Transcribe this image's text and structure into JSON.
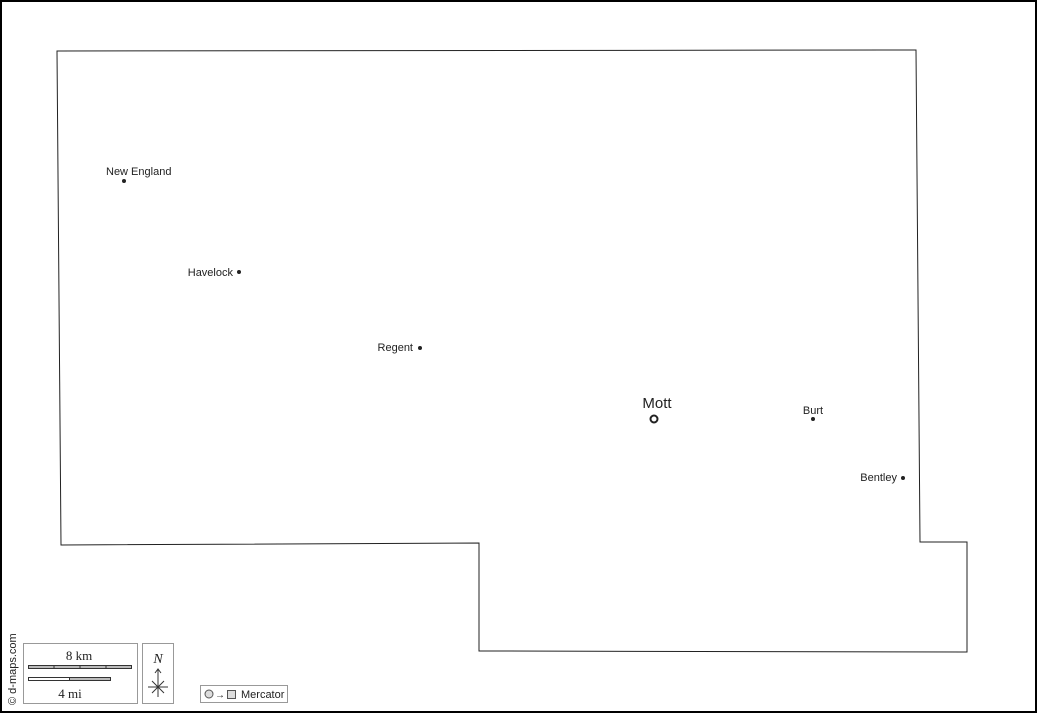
{
  "map": {
    "places": [
      {
        "name": "New England",
        "type": "town"
      },
      {
        "name": "Havelock",
        "type": "town"
      },
      {
        "name": "Regent",
        "type": "town"
      },
      {
        "name": "Mott",
        "type": "seat"
      },
      {
        "name": "Burt",
        "type": "town"
      },
      {
        "name": "Bentley",
        "type": "town"
      }
    ],
    "credit": "© d-maps.com",
    "scale": {
      "km_label": "8 km",
      "mi_label": "4 mi"
    },
    "north_label": "N",
    "projection_label": "Mercator"
  }
}
